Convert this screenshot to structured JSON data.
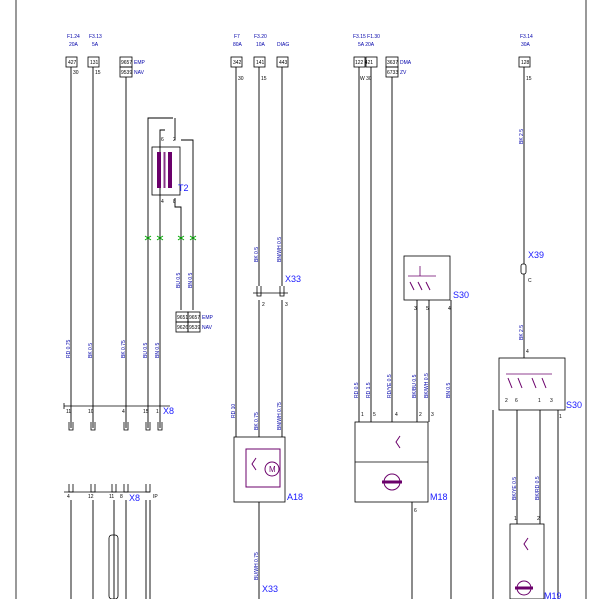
{
  "fuses": [
    {
      "name": "F1.24",
      "rating": "20A",
      "box": "427",
      "pin": "30"
    },
    {
      "name": "F3.13",
      "rating": "5A",
      "box": "131",
      "pin": "15"
    },
    {
      "name": "F7",
      "rating": "80A",
      "box": "342",
      "pin": "30"
    },
    {
      "name": "F3.20",
      "rating": "10A",
      "box": "141",
      "pin": "15"
    },
    {
      "name": "F3.15 F1.30",
      "rating": "5A 20A",
      "box": "122 421",
      "pin": "W 30"
    },
    {
      "name": "F3.14",
      "rating": "30A",
      "box": "128",
      "pin": "15"
    }
  ],
  "boxes": [
    {
      "top": "9657",
      "bottom": "9539",
      "side": [
        "EMP",
        "NAV"
      ]
    },
    {
      "top": "DIAG",
      "bottom": "",
      "side": []
    },
    {
      "top": "3637",
      "bottom": "6733",
      "side": [
        "DMA",
        "ZV"
      ]
    },
    {
      "top": "9657",
      "bottom": "9539",
      "side": [
        "EMP",
        "NAV"
      ]
    }
  ],
  "wires": [
    "RD 0.75",
    "BK 0.5",
    "BK 0.75",
    "BU 0.5",
    "BN 0.5",
    "BU 0.5",
    "BN 0.5",
    "RD 10",
    "BK 0.75",
    "BN/WH 0.75",
    "BK 0.5",
    "BN/WH 0.5",
    "RD 0.5",
    "RD 1.5",
    "RD/YE 0.5",
    "BK/BU 0.5",
    "BK/WH 0.5",
    "BN 0.5",
    "BK 2.5",
    "BK 2.5",
    "BK/YE 0.5",
    "BK/RD 0.5",
    "BU/WH 0.75"
  ],
  "connectors": {
    "x8": "X8",
    "x8_pins": [
      "11",
      "10",
      "4",
      "15",
      "1"
    ],
    "x8b": "X8",
    "x8b_pins": [
      "4",
      "12",
      "11",
      "8",
      "IP"
    ],
    "x33": "X33",
    "x33_pins": [
      "2",
      "3"
    ],
    "x33b": "X33",
    "x39": "X39",
    "x39_pin": "C"
  },
  "components": {
    "t2": "T2",
    "t2_pins": [
      "6",
      "2",
      "4",
      "8"
    ],
    "a18": "A18",
    "m18": "M18",
    "m18_pins": [
      "1",
      "5",
      "4",
      "2",
      "3",
      "6"
    ],
    "s30a": "S30",
    "s30a_pins": [
      "3",
      "5",
      "4"
    ],
    "s30b": "S30",
    "s30b_pins": [
      "4",
      "2",
      "6",
      "1",
      "3",
      "1"
    ],
    "m19": "M19",
    "m19_pins": [
      "1",
      "2"
    ]
  },
  "motor_label": "M"
}
